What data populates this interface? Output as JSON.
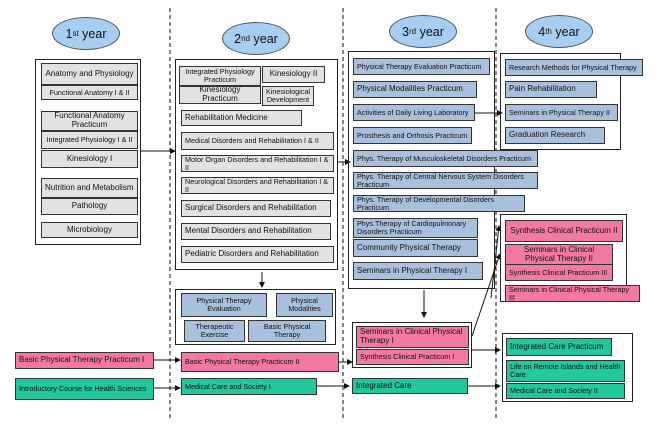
{
  "years": {
    "y1": {
      "num": "1",
      "suffix": "st",
      "word": "year"
    },
    "y2": {
      "num": "2",
      "suffix": "nd",
      "word": "year"
    },
    "y3": {
      "num": "3",
      "suffix": "rd",
      "word": "year"
    },
    "y4": {
      "num": "4",
      "suffix": "th",
      "word": "year"
    }
  },
  "col1": {
    "anatomy_physiology": "Anatomy and Physiology",
    "functional_anatomy": "Functional Anatomy I & II",
    "functional_anatomy_practicum": "Functional Anatomy Practicum",
    "integrated_physiology": "Integrated Physiology I & II",
    "kinesiology": "Kinesiology I",
    "nutrition": "Nutrition and Metabolism",
    "pathology": "Pathology",
    "microbiology": "Microbiology"
  },
  "col2": {
    "integrated_physiology_practicum": "Integrated Physiology Practicum",
    "kinesiology_ii": "Kinesiology II",
    "kinesiology_practicum": "Kinesiology Practicum",
    "kinesiological_development": "Kinesiological Development",
    "rehabilitation_medicine": "Rehabilitation Medicine",
    "medical_disorders": "Medical Disorders and Rehabilitation I & II",
    "motor_organ": "Motor Organ Disorders and Rehabilitation I & II",
    "neurological": "Neurological Disorders and Rehabilitation I & II",
    "surgical": "Surgical Disorders and Rehabilitation",
    "mental": "Mental Disorders and Rehabilitation",
    "pediatric": "Pediatric Disorders and Rehabilitation",
    "pt_evaluation": "Physical Therapy Evaluation",
    "physical_modalities": "Physical Modalities",
    "therapeutic_exercise": "Therapeutic Exercise",
    "basic_pt": "Basic Physical Therapy",
    "basic_pt_practicum_ii": "Basic Physical Therapy Practicum II",
    "medical_care_society": "Medical Care and Society I"
  },
  "col3": {
    "pt_eval_practicum": "Physical Therapy Evaluation Practicum",
    "physical_modalities_practicum": "Physical Modalities Practicum",
    "adl_lab": "Activities of Daily Living Laboratory",
    "prosthesis": "Prosthesis and Orthosis Practicum",
    "musculoskeletal": "Phys. Therapy of Musculoskeletal Disorders Practicum",
    "cns": "Phys. Therapy of Central Nervous System Disorders Practicum",
    "developmental": "Phys. Therapy of Developmental Disorders Practicum",
    "cardiopulmonary": "Phys.Therapy of Cardiopulmonary Disorders Practicum",
    "community": "Community Physical Therapy",
    "seminars_pt_i": "Seminars in Physical Therapy I",
    "seminars_clinical_i": "Seminars in Clinical Physical Therapy I",
    "synthesis_clinical_i": "Synthesis Clinical Practicum I",
    "integrated_care": "Integrated Care"
  },
  "col4": {
    "research_methods": "Research Methods for Physical Therapy",
    "pain_rehab": "Pain Rehabilitation",
    "seminars_pt_ii": "Seminars in Physical Therapy II",
    "graduation_research": "Graduation Research",
    "synthesis_clinical_ii": "Synthesis Clinical Practicum II",
    "seminars_clinical_ii": "Seminars in Clinical Physical Therapy II",
    "synthesis_clinical_iii": "Synthesis Clinical Practicum III",
    "seminars_clinical_iii": "Seminars in Clinical Physical Therapy III",
    "integrated_care_practicum": "Integrated Care Practicum",
    "remote_islands": "Life on Remote Islands and Health Care",
    "medical_care_society_ii": "Medical Care and Society II"
  },
  "left": {
    "basic_pt_practicum_i": "Basic Physical Therapy Practicum I",
    "intro_course": "Introductory Course for Health Sciences"
  },
  "colors": {
    "gray": "#e2e2e2",
    "blue": "#a8c0dc",
    "pink": "#f379a4",
    "teal": "#21c89d",
    "year_bubble": "#a8cdf3"
  }
}
